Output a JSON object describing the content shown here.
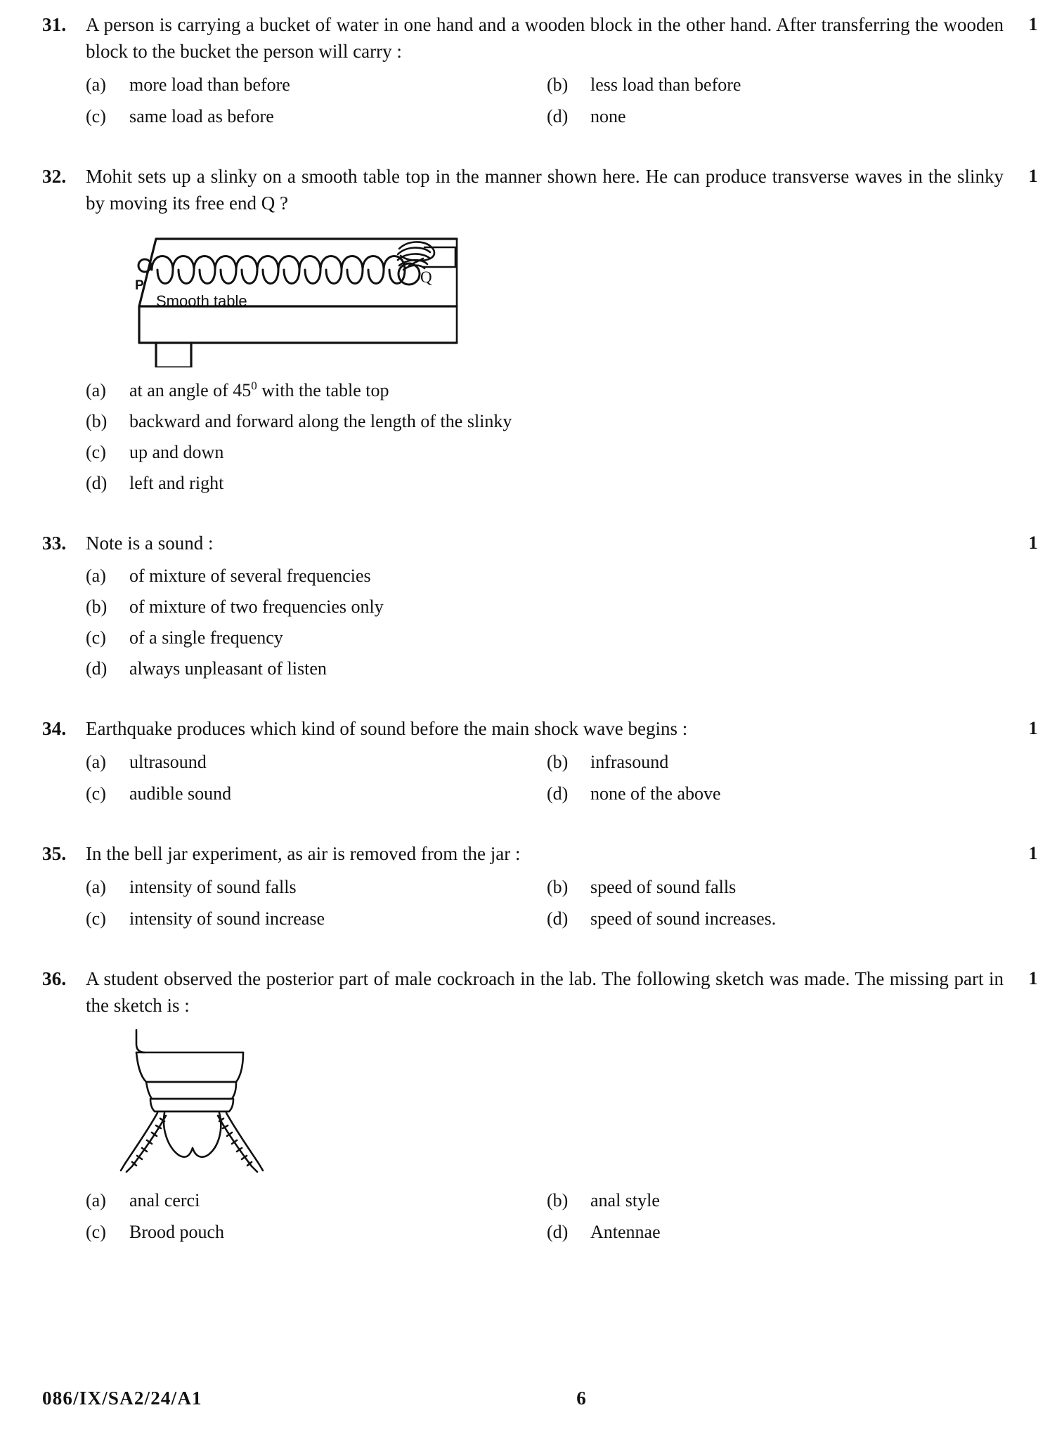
{
  "page": {
    "footer_code": "086/IX/SA2/24/A1",
    "page_number": "6"
  },
  "questions": [
    {
      "number": "31.",
      "marks": "1",
      "stem": "A person is carrying a bucket of water in one hand and a wooden block in the other hand. After transferring the wooden block to the bucket the person will carry :",
      "layout": "two-column",
      "options": [
        {
          "key": "(a)",
          "text": "more load than before"
        },
        {
          "key": "(b)",
          "text": "less load than before"
        },
        {
          "key": "(c)",
          "text": "same load as before"
        },
        {
          "key": "(d)",
          "text": "none"
        }
      ]
    },
    {
      "number": "32.",
      "marks": "1",
      "stem": "Mohit sets up a slinky on a smooth table top in the manner shown here. He can produce transverse waves in the slinky by moving its free end Q ?",
      "layout": "single-column",
      "figure": {
        "name": "slinky-on-table-diagram",
        "labels": {
          "left_end": "P",
          "free_end": "Q",
          "table": "Smooth table"
        }
      },
      "options": [
        {
          "key": "(a)",
          "text": "at an angle of 45",
          "sup": "0",
          "text_after": " with the table top"
        },
        {
          "key": "(b)",
          "text": "backward and forward along the length of the slinky"
        },
        {
          "key": "(c)",
          "text": "up and down"
        },
        {
          "key": "(d)",
          "text": "left and right"
        }
      ]
    },
    {
      "number": "33.",
      "marks": "1",
      "stem": "Note is a sound :",
      "layout": "single-column",
      "options": [
        {
          "key": "(a)",
          "text": "of mixture of several frequencies"
        },
        {
          "key": "(b)",
          "text": "of mixture of two frequencies only"
        },
        {
          "key": "(c)",
          "text": "of a single frequency"
        },
        {
          "key": "(d)",
          "text": "always unpleasant  of listen"
        }
      ]
    },
    {
      "number": "34.",
      "marks": "1",
      "stem": "Earthquake produces which kind of sound before the main shock wave begins :",
      "layout": "two-column",
      "options": [
        {
          "key": "(a)",
          "text": "ultrasound"
        },
        {
          "key": "(b)",
          "text": "infrasound"
        },
        {
          "key": "(c)",
          "text": "audible sound"
        },
        {
          "key": "(d)",
          "text": "none of the above"
        }
      ]
    },
    {
      "number": "35.",
      "marks": "1",
      "stem": "In the bell jar experiment, as air is removed from the jar :",
      "layout": "two-column",
      "options": [
        {
          "key": "(a)",
          "text": "intensity of sound falls"
        },
        {
          "key": "(b)",
          "text": "speed of sound falls"
        },
        {
          "key": "(c)",
          "text": "intensity of sound increase"
        },
        {
          "key": "(d)",
          "text": "speed of sound increases."
        }
      ]
    },
    {
      "number": "36.",
      "marks": "1",
      "stem": "A student observed the posterior part of male cockroach in the lab. The following sketch was made. The missing part in the sketch is :",
      "layout": "two-column",
      "figure": {
        "name": "cockroach-posterior-sketch",
        "labels": {}
      },
      "options": [
        {
          "key": "(a)",
          "text": "anal cerci"
        },
        {
          "key": "(b)",
          "text": "anal style"
        },
        {
          "key": "(c)",
          "text": "Brood pouch"
        },
        {
          "key": "(d)",
          "text": "Antennae"
        }
      ]
    }
  ]
}
